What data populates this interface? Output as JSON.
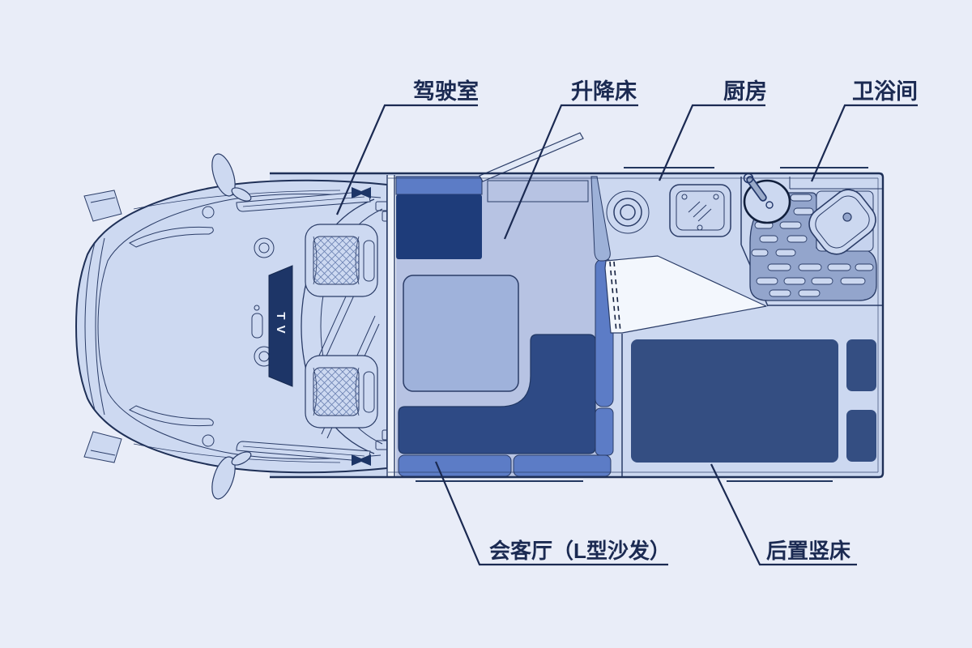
{
  "diagram": {
    "type": "rv-floorplan-top-view",
    "labels": {
      "cab": "驾驶室",
      "lift_bed": "升降床",
      "kitchen": "厨房",
      "bathroom": "卫浴间",
      "living_room": "会客厅（L型沙发）",
      "rear_bed": "后置竖床"
    },
    "tv_label": "TV",
    "colors": {
      "background": "#e9edf8",
      "floor": "#ccd8f0",
      "cab_fill": "#cdd9f1",
      "lift_bed_area": "#b7c3e3",
      "table": "#9fb2db",
      "furniture_dark": "#2e4a85",
      "cabinet_dark": "#1e3c7a",
      "rear_bed_dark": "#344e82",
      "cushion_medium": "#5c7cc6",
      "wedge_wall": "#9db1d8",
      "shower_tray": "#93a5cc",
      "aisle_white": "#f3f7fd",
      "outline": "#1f3057",
      "label_text": "#1b2a52"
    }
  }
}
